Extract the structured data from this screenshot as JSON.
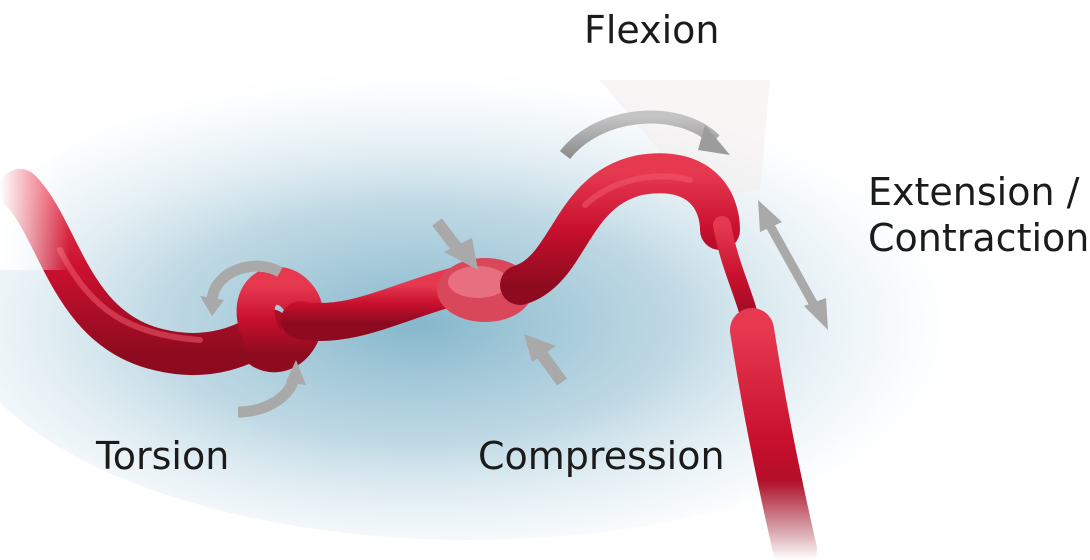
{
  "labels": {
    "flexion": "Flexion",
    "extension_line1": "Extension /",
    "extension_line2": "Contraction",
    "torsion": "Torsion",
    "compression": "Compression"
  },
  "colors": {
    "vessel": "#c8102e",
    "vessel_dark": "#8e0b1f",
    "vessel_highlight": "#f05a6e",
    "arrow": "#a9a9a9",
    "background_glow": "#9cc6d8"
  },
  "icons": {
    "flexion_arrow": "curved-arrow-icon",
    "extension_arrow": "double-arrow-icon",
    "compression_arrows": "inward-arrows-icon",
    "torsion_arrows": "rotation-arrows-icon"
  }
}
